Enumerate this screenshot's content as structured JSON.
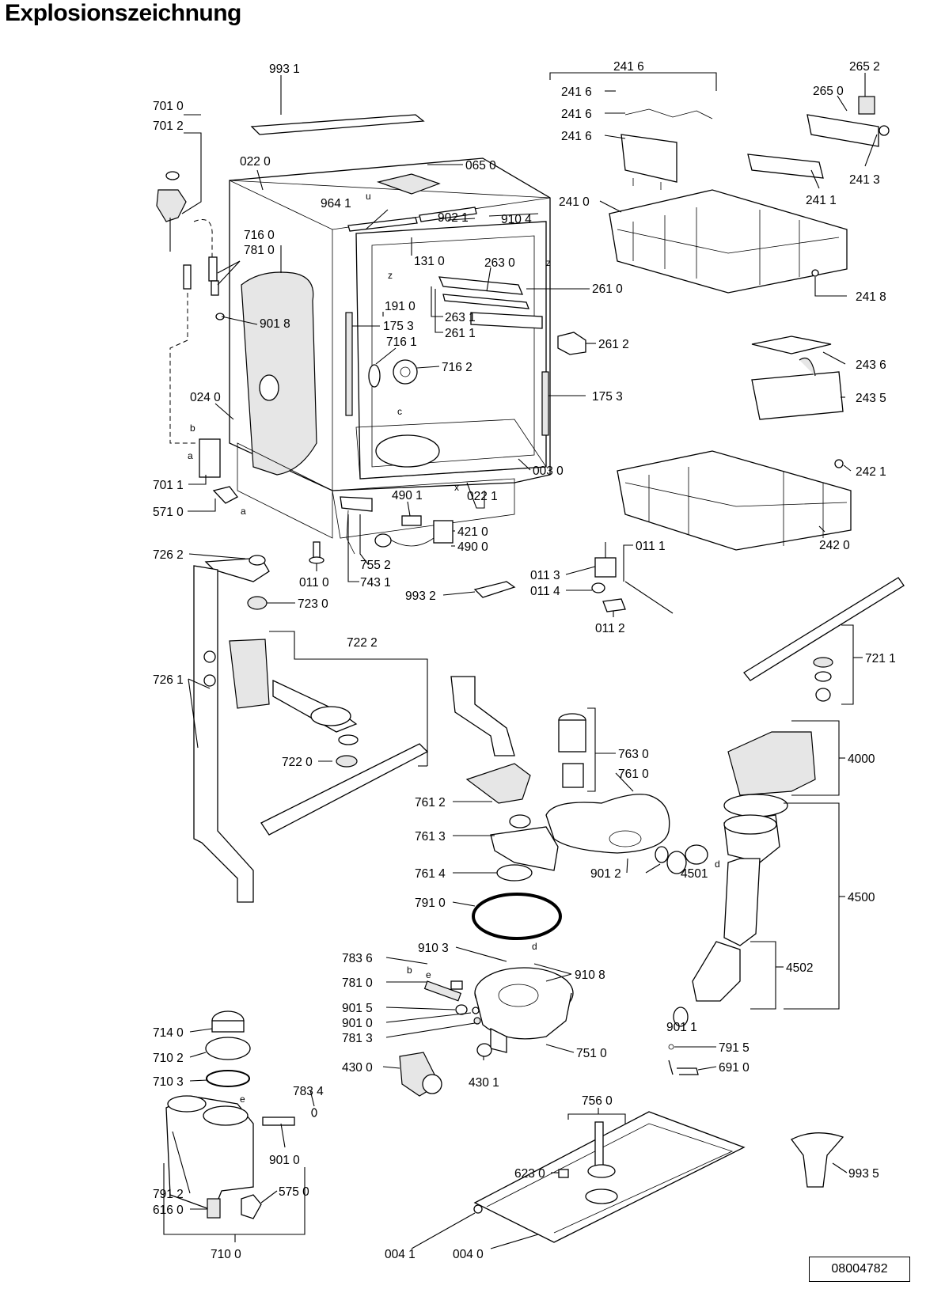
{
  "title": "Explosionszeichnung",
  "reference_number": "08004782",
  "labels": [
    "993 1",
    "701 0",
    "701 2",
    "022 0",
    "065 0",
    "964 1",
    "902 1",
    "910 4",
    "716 0",
    "781 0",
    "131 0",
    "263 0",
    "261 0",
    "191 0",
    "901 8",
    "175 3",
    "263 1",
    "261 1",
    "716 1",
    "261 2",
    "716 2",
    "175 3",
    "024 0",
    "003 0",
    "701 1",
    "490 1",
    "022 1",
    "571 0",
    "421 0",
    "490 0",
    "755 2",
    "011 0",
    "743 1",
    "726 2",
    "723 0",
    "241 6",
    "241 6",
    "241 6",
    "241 6",
    "265 2",
    "265 0",
    "241 3",
    "241 1",
    "241 0",
    "241 8",
    "243 6",
    "243 5",
    "242 1",
    "242 0",
    "011 1",
    "011 3",
    "011 4",
    "011 2",
    "993 2",
    "722 2",
    "726 1",
    "722 0",
    "721 1",
    "763 0",
    "761 0",
    "4000",
    "761 2",
    "761 3",
    "761 4",
    "901 2",
    "4501",
    "4500",
    "791 0",
    "910 3",
    "910 8",
    "783 6",
    "781 0",
    "901 5",
    "901 0",
    "781 3",
    "4502",
    "901 1",
    "751 0",
    "430 0",
    "430 1",
    "791 5",
    "691 0",
    "714 0",
    "710 2",
    "710 3",
    "783 4",
    "901 0",
    "791 2",
    "575 0",
    "616 0",
    "710 0",
    "756 0",
    "623 0",
    "993 5",
    "004 1",
    "004 0"
  ],
  "letters": [
    "u",
    "z",
    "z",
    "c",
    "b",
    "a",
    "a",
    "x",
    "d",
    "d",
    "e",
    "b",
    "e"
  ]
}
